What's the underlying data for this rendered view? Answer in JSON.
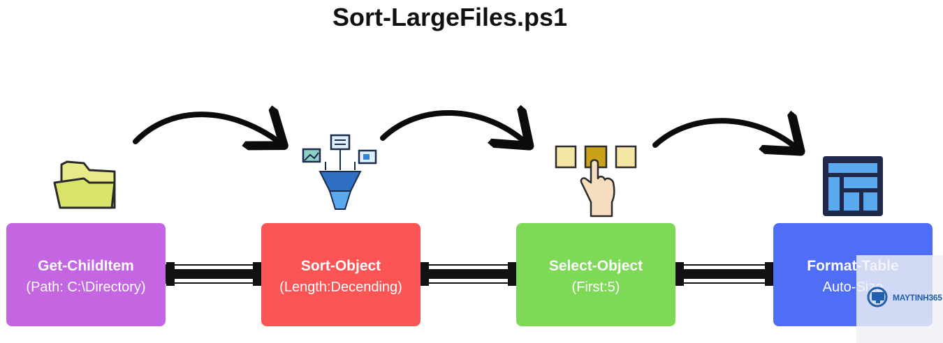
{
  "title": "Sort-LargeFiles.ps1",
  "colors": {
    "box1": "#c466e2",
    "box2": "#fb5454",
    "box3": "#7ed957",
    "box4": "#4f6ef5",
    "pipe": "#111111",
    "arrow": "#0b0b0b"
  },
  "stages": [
    {
      "name": "Get-ChildItem",
      "param": "(Path: C:\\Directory)",
      "icon": "folder-icon"
    },
    {
      "name": "Sort-Object",
      "param": "(Length:Decending)",
      "icon": "filter-funnel-icon"
    },
    {
      "name": "Select-Object",
      "param": "(First:5)",
      "icon": "select-squares-hand-icon"
    },
    {
      "name": "Format-Table",
      "param": "Auto-Size",
      "icon": "table-icon"
    }
  ],
  "watermark": {
    "brand": "MAYTINH365",
    "icon": "monitor-logo-icon"
  }
}
